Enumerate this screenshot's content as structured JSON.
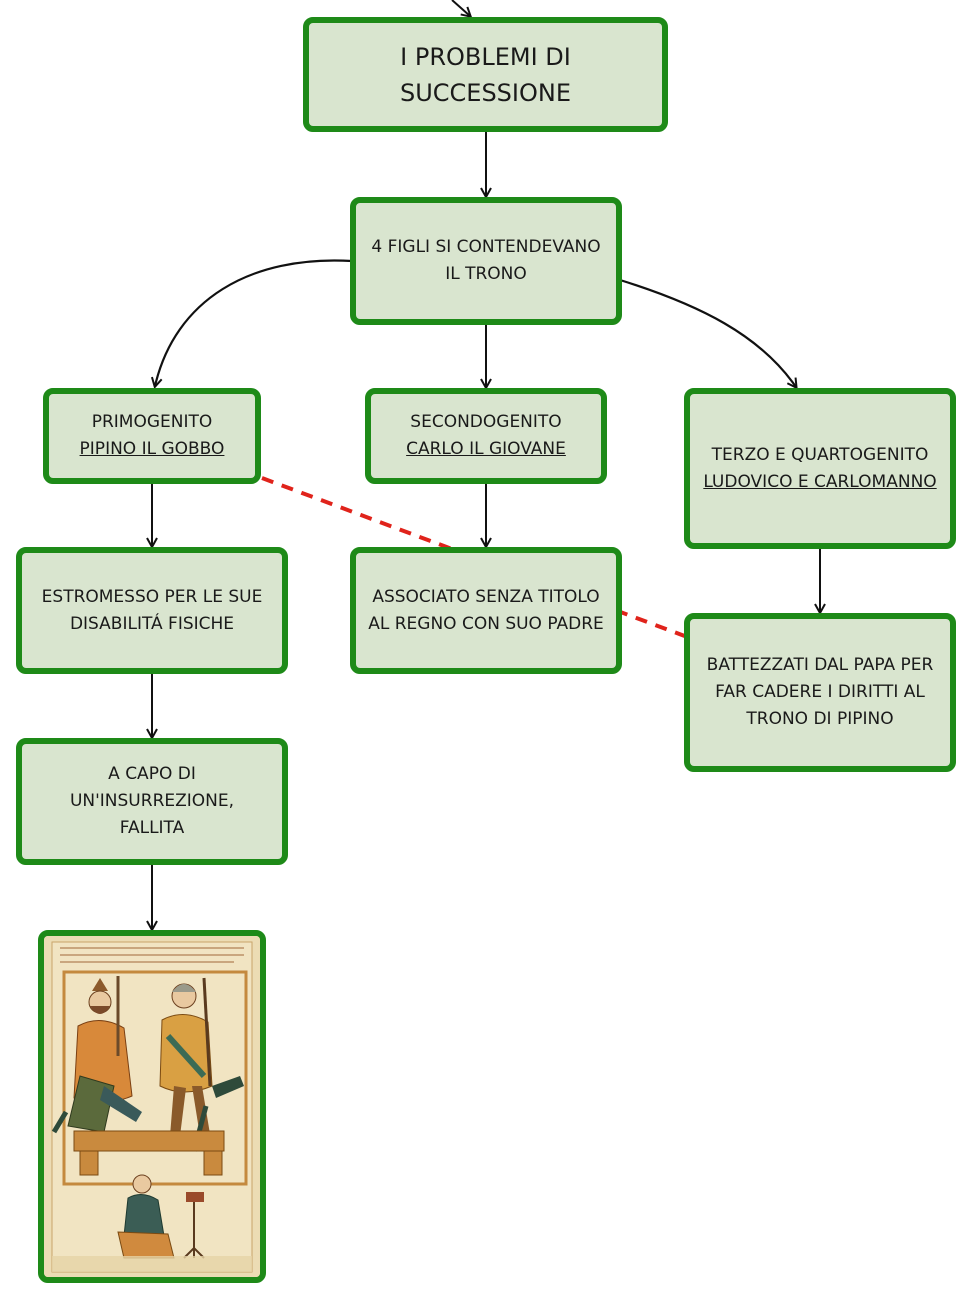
{
  "nodes": {
    "title": {
      "line1": "I PROBLEMI DI",
      "line2": "SUCCESSIONE"
    },
    "heirs": {
      "line1": "4 FIGLI SI CONTENDEVANO",
      "line2": "IL TRONO"
    },
    "pipino": {
      "line1": "PRIMOGENITO",
      "line2": "PIPINO IL GOBBO"
    },
    "carlo": {
      "line1": "SECONDOGENITO",
      "line2": "CARLO IL GIOVANE"
    },
    "ludovico": {
      "line1": "TERZO E QUARTOGENITO",
      "line2": "LUDOVICO E CARLOMANNO"
    },
    "estromesso": {
      "line1": "ESTROMESSO PER LE SUE",
      "line2": "DISABILITÁ FISICHE"
    },
    "associato": {
      "line1": "ASSOCIATO SENZA TITOLO",
      "line2": "AL REGNO CON SUO PADRE"
    },
    "battezzati": {
      "line1": "BATTEZZATI DAL PAPA PER",
      "line2": "FAR CADERE I DIRITTI AL",
      "line3": "TRONO DI PIPINO"
    },
    "insurrezione": {
      "line1": "A CAPO DI",
      "line2": "UN'INSURREZIONE,",
      "line3": "FALLITA"
    }
  },
  "colors": {
    "node_fill": "#d9e5cf",
    "node_border": "#1e8a18",
    "arrow": "#111111",
    "dashed_link": "#e0231b"
  }
}
